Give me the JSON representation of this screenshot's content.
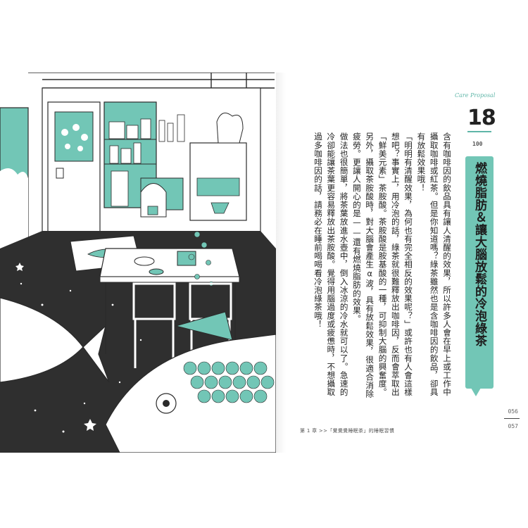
{
  "page": {
    "label": "Care Proposal",
    "number": "18",
    "sub": "100",
    "title": "燃燒脂肪＆讓大腦放鬆的冷泡綠茶",
    "paragraphs": [
      "含有咖啡因的飲品具有讓人清醒的效果，所以許多人會在早上或工作中攝取咖啡或紅茶。但是你知道嗎？綠茶雖然也是含咖啡因的飲品，卻具有放鬆效果哦！",
      "「明明有清醒效果，為何也有完全相反的效果呢？」或許也有人會這樣想吧？事實上，用冷泡的話，綠茶就很難釋放出咖啡因，反而會萃取出「鮮美元素」茶胺酸。茶胺酸是胺基酸的一種，可抑制大腦的興奮度。另外，攝取茶胺酸時，對大腦會產生α波，具有放鬆效果，很適合消除疲勞。更讓人開心的是——還有燃燒脂肪的效果。",
      "做法也很簡單，將茶葉放進水壺中，倒入冰涼的冷水就可以了。急速的冷卻能讓茶葉更容易釋放出茶胺酸。覺得用腦過度或疲憊時，不想攝取過多咖啡因的話，請務必在睡前喝喝看冷泡綠茶哦！"
    ],
    "footer": "第 1 章 >>「覺覺覺睡眠茶」的睡眠習慣",
    "page_top": "056",
    "page_bottom": "057"
  },
  "colors": {
    "accent": "#72c6b6",
    "ink": "#2b2b2b",
    "dark_floor": "#2f2f2f"
  }
}
